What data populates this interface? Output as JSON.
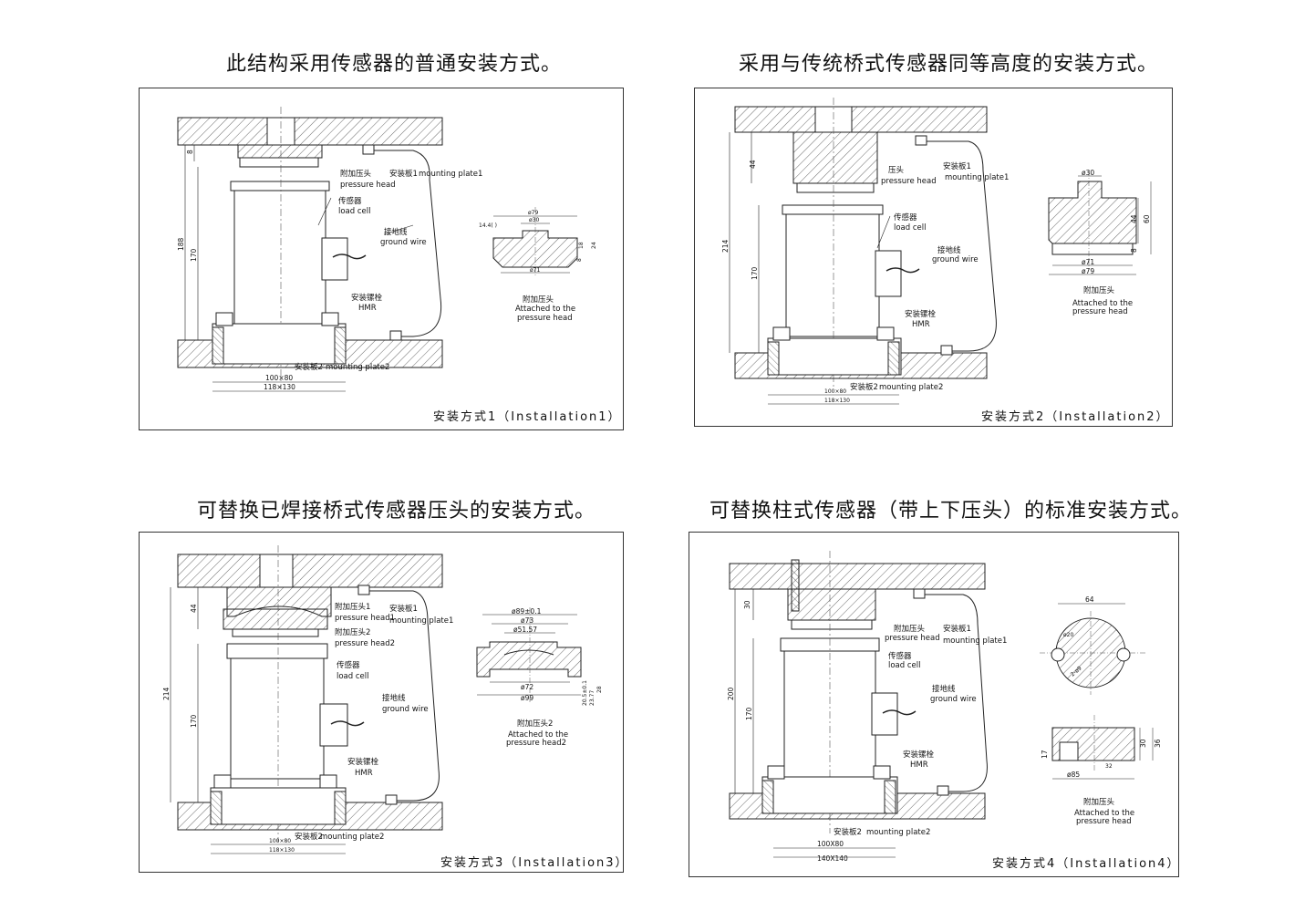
{
  "headings": [
    "此结构采用传感器的普通安装方式。",
    "采用与传统桥式传感器同等高度的安装方式。",
    "可替换已焊接桥式传感器压头的安装方式。",
    "可替换柱式传感器（带上下压头）的标准安装方式。"
  ],
  "panel1": {
    "caption": "安装方式1（Installation1）",
    "labels": {
      "press_cn": "附加压头",
      "press_en": "pressure head",
      "plate1_cn": "安装板1",
      "plate1_en": "mounting plate1",
      "cell_cn": "传感器",
      "cell_en": "load cell",
      "wire_cn": "接地线",
      "wire_en": "ground wire",
      "hmr_cn": "安装镙栓",
      "hmr_en": "HMR",
      "plate2_cn": "安装板2",
      "plate2_en": "mounting plate2",
      "detail_cn": "附加压头",
      "detail_en1": "Attached to the",
      "detail_en2": "pressure head"
    },
    "dims": {
      "d8": "8",
      "d188": "188",
      "d170": "170",
      "w1": "100×80",
      "w2": "118×130",
      "dd1": "ø79",
      "dd2": "ø30",
      "dd3": "ø71",
      "dh1": "18",
      "dh2": "8",
      "dh3": "24",
      "dside": "14.4(\n)"
    }
  },
  "panel2": {
    "caption": "安装方式2（Installation2）",
    "labels": {
      "press_cn": "压头",
      "press_en": "pressure head",
      "plate1_cn": "安装板1",
      "plate1_en": "mounting plate1",
      "cell_cn": "传感器",
      "cell_en": "load cell",
      "wire_cn": "接地线",
      "wire_en": "ground wire",
      "hmr_cn": "安装镙栓",
      "hmr_en": "HMR",
      "plate2_cn": "安装板2",
      "plate2_en": "mounting plate2",
      "detail_cn": "附加压头",
      "detail_en1": "Attached to the",
      "detail_en2": "pressure head"
    },
    "dims": {
      "d44": "44",
      "d214": "214",
      "d170": "170",
      "w1": "100×80",
      "w2": "118×130",
      "dd1": "ø30",
      "dd2": "ø71",
      "dd3": "ø79",
      "dh1": "44",
      "dh2": "60",
      "dh3": "8"
    }
  },
  "panel3": {
    "caption": "安装方式3（Installation3）",
    "labels": {
      "press1_cn": "附加压头1",
      "press1_en": "pressure head1",
      "plate1_cn": "安装板1",
      "plate1_en": "mounting plate1",
      "press2_cn": "附加压头2",
      "press2_en": "pressure head2",
      "cell_cn": "传感器",
      "cell_en": "load cell",
      "wire_cn": "接地线",
      "wire_en": "ground wire",
      "hmr_cn": "安装镙栓",
      "hmr_en": "HMR",
      "plate2_cn": "安装板2",
      "plate2_en": "mounting plate2",
      "detail_cn": "附加压头2",
      "detail_en1": "Attached to the",
      "detail_en2": "pressure head2"
    },
    "dims": {
      "d44": "44",
      "d214": "214",
      "d170": "170",
      "w1": "100×80",
      "w2": "118×130",
      "dd1": "ø89±0.1",
      "dd2": "ø73",
      "dd3": "ø51.57",
      "dd4": "ø72",
      "dd5": "ø99",
      "dh1": "20.5±0.1",
      "dh2": "23.77",
      "dh3": "28"
    }
  },
  "panel4": {
    "caption": "安装方式4（Installation4）",
    "labels": {
      "press_cn": "附加压头",
      "press_en": "pressure head",
      "plate1_cn": "安装板1",
      "plate1_en": "mounting plate1",
      "cell_cn": "传感器",
      "cell_en": "load cell",
      "wire_cn": "接地线",
      "wire_en": "ground wire",
      "hmr_cn": "安装镙栓",
      "hmr_en": "HMR",
      "plate2_cn": "安装板2",
      "plate2_en": "mounting plate2",
      "detail_cn": "附加压头",
      "detail_en1": "Attached to the",
      "detail_en2": "pressure head"
    },
    "dims": {
      "d30": "30",
      "d200": "200",
      "d170": "170",
      "w1": "100X80",
      "w2": "140X140",
      "dd1": "64",
      "dd2": "ø20",
      "dd3": "2-ø9",
      "dd4": "ø85",
      "dh1": "30",
      "dh2": "36",
      "dh3": "17",
      "dh4": "32"
    }
  }
}
